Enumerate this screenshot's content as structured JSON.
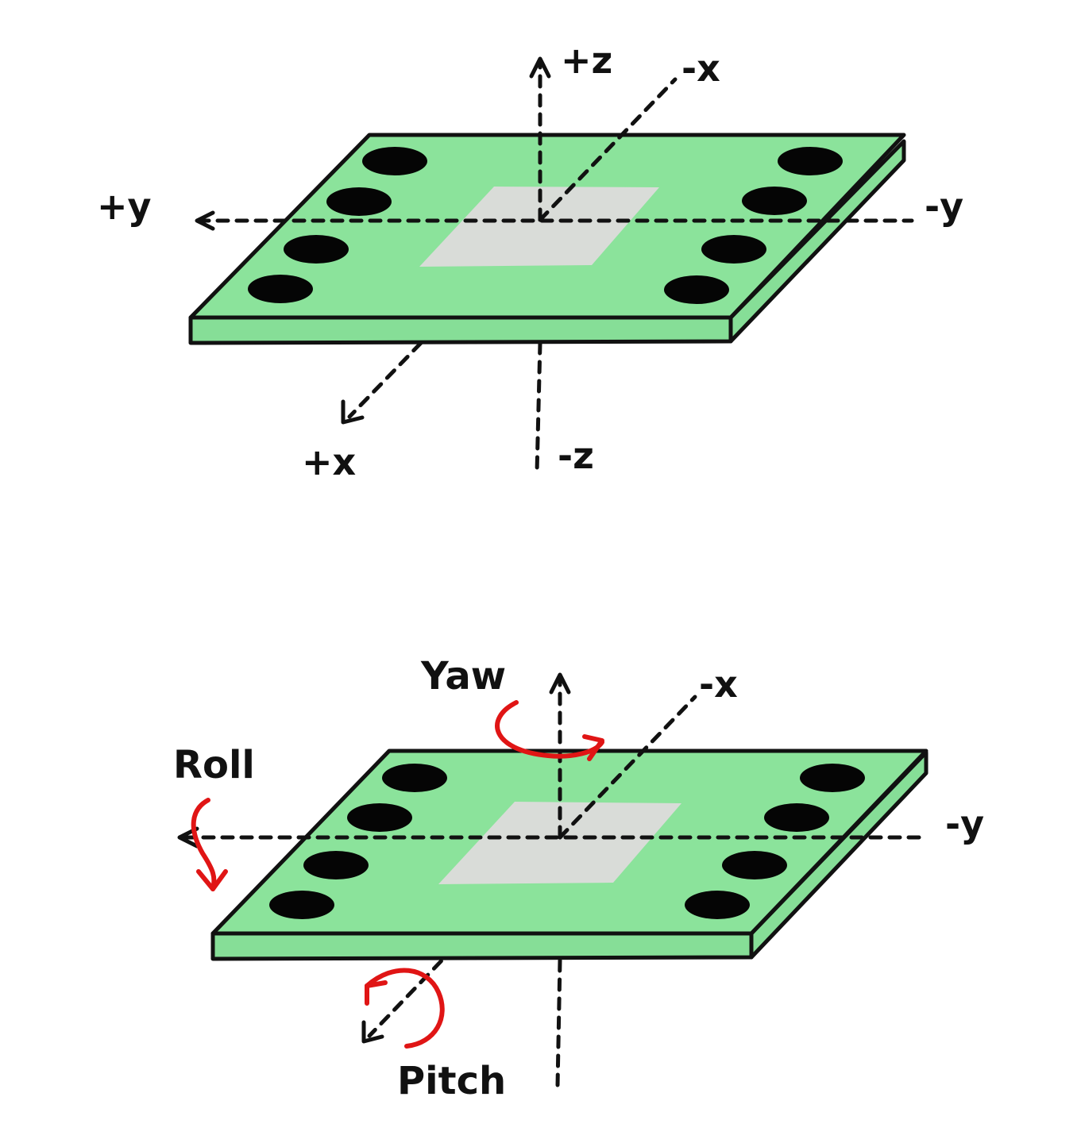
{
  "colors": {
    "board": "#8be39b",
    "board_edge": "#86de97",
    "chip": "#d9dcd8",
    "holes": "#050505",
    "axes": "#111111",
    "rotation_arrows": "#e01515"
  },
  "top_diagram": {
    "axis_labels": {
      "pos_z": "+z",
      "neg_x": "-x",
      "pos_y": "+y",
      "neg_y": "-y",
      "pos_x": "+x",
      "neg_z": "-z"
    }
  },
  "bottom_diagram": {
    "axis_labels": {
      "neg_x": "-x",
      "neg_y": "-y"
    },
    "rotation_labels": {
      "yaw": "Yaw",
      "roll": "Roll",
      "pitch": "Pitch"
    }
  },
  "icons": {
    "yaw": "yaw-rotation-arrow-icon",
    "roll": "roll-rotation-arrow-icon",
    "pitch": "pitch-rotation-arrow-icon"
  }
}
